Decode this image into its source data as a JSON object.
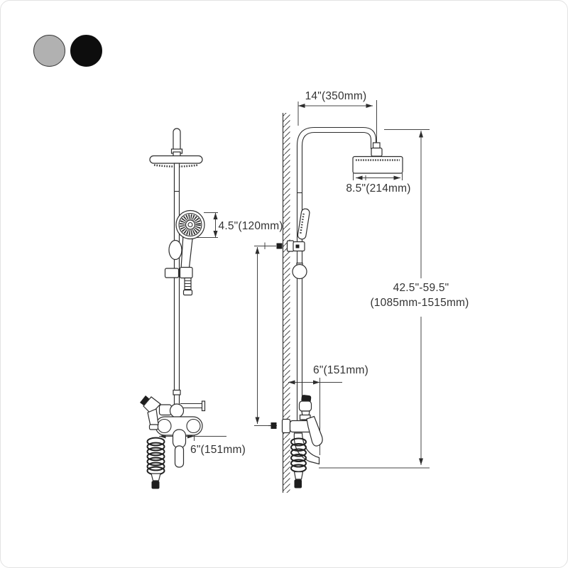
{
  "product": {
    "description": "Shower system technical dimension diagram, front and side views"
  },
  "swatches": [
    {
      "id": "gray",
      "label": "gray-finish-option",
      "color": "#b1b1b1"
    },
    {
      "id": "black",
      "label": "black-finish-option",
      "color": "#0d0d0d"
    }
  ],
  "dims": {
    "arm_length": "14\"(350mm)",
    "head_diameter": "8.5\"(214mm)",
    "handshower_diameter": "4.5\"(120mm)",
    "total_height_in": "42.5\"-59.5\"",
    "total_height_mm": "(1085mm-1515mm)",
    "spout_reach": "6\"(151mm)",
    "valve_width": "6\"(151mm)"
  },
  "colors": {
    "line": "#2e2e2e",
    "text": "#333333"
  }
}
